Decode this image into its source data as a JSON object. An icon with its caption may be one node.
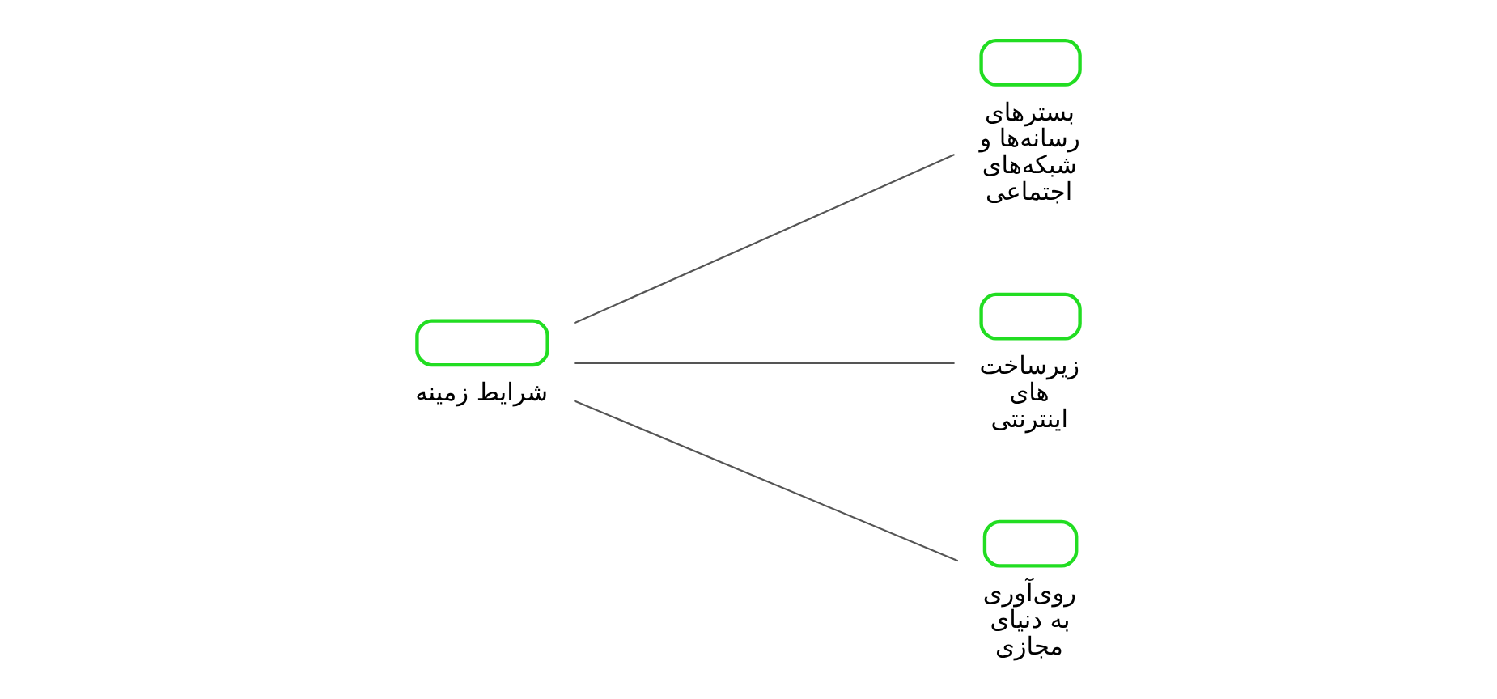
{
  "diagram": {
    "nodes": [
      {
        "text": [
          "شرایط زمینه"
        ]
      },
      {
        "text": [
          "بسترهای رسانه‌ها و شبکه‌های اجتماعی"
        ]
      },
      {
        "text": [
          "زیرساخت های اینترنتی"
        ]
      },
      {
        "text": [
          "روی‌آوری به دنیای مجازی"
        ]
      }
    ],
    "edges": [
      {
        "from": 0,
        "to": 1,
        "arrow": "none"
      },
      {
        "from": 0,
        "to": 2,
        "arrow": "none"
      },
      {
        "from": 0,
        "to": 3,
        "arrow": "none"
      }
    ]
  }
}
